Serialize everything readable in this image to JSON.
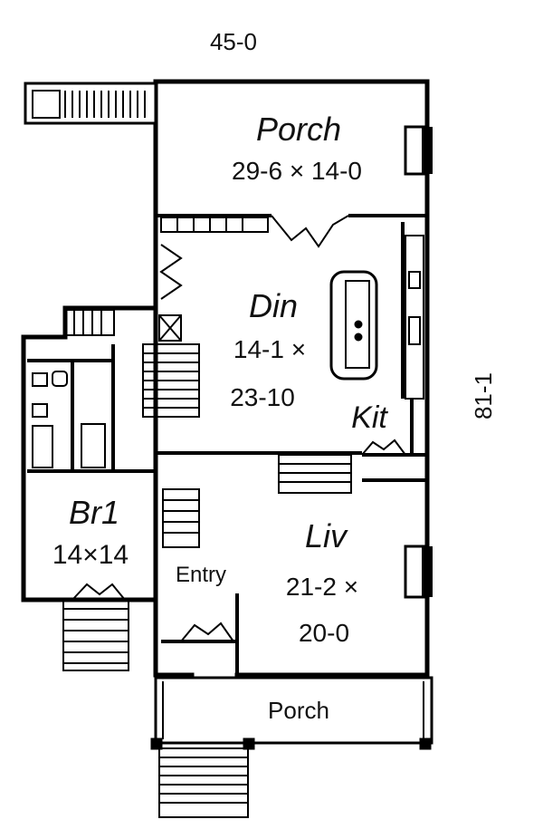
{
  "dimensions": {
    "width_label": "45-0",
    "depth_label": "81-1"
  },
  "rooms": {
    "rear_porch": {
      "name": "Porch",
      "size": "29-6 × 14-0"
    },
    "dining": {
      "name": "Din",
      "size_line1": "14-1 ×",
      "size_line2": "23-10"
    },
    "kitchen": {
      "name": "Kit"
    },
    "bedroom": {
      "name": "Br1",
      "size": "14×14"
    },
    "living": {
      "name": "Liv",
      "size_line1": "21-2 ×",
      "size_line2": "20-0"
    },
    "entry": {
      "name": "Entry"
    },
    "front_porch": {
      "name": "Porch"
    }
  }
}
